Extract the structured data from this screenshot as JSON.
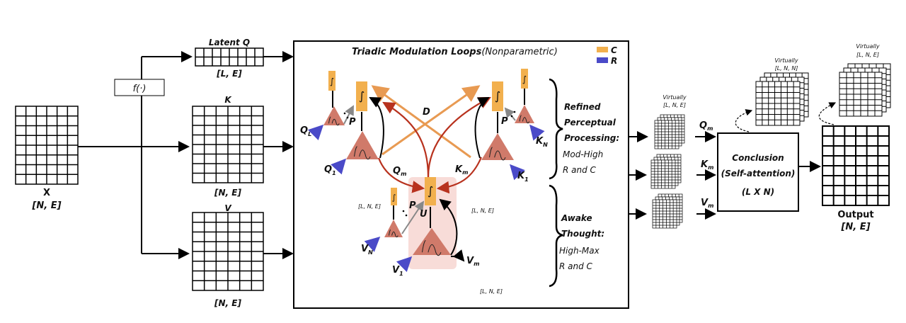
{
  "colors": {
    "C": "#f2b04e",
    "R": "#4a4ac8",
    "neuron": "#d07a6a",
    "modulation": "#b8321e",
    "dendrite": "#e89a52",
    "highlight": "#f8dcd8"
  },
  "input": {
    "label": "X",
    "shape": "[N, E]"
  },
  "func": {
    "label": "f(·)"
  },
  "latent_q": {
    "label": "Latent Q",
    "shape": "[L, E]"
  },
  "k": {
    "label": "K",
    "shape": "[N, E]"
  },
  "v": {
    "label": "V",
    "shape": "[N, E]"
  },
  "tml": {
    "title": "Triadic Modulation Loops",
    "subtitle": "(Nonparametric)",
    "legend": [
      {
        "label": "C",
        "color": "#f2b04e"
      },
      {
        "label": "R",
        "color": "#4a4ac8"
      }
    ],
    "labels": {
      "QL": "Q",
      "QL_sub": "L",
      "Q1": "Q",
      "Q1_sub": "1",
      "KN": "K",
      "KN_sub": "N",
      "K1": "K",
      "K1_sub": "1",
      "VN": "V",
      "VN_sub": "N",
      "V1": "V",
      "V1_sub": "1",
      "Qm": "Q",
      "Qm_sub": "m",
      "Km": "K",
      "Km_sub": "m",
      "Vm": "V",
      "Vm_sub": "m",
      "D": "D",
      "P": "P",
      "U": "U",
      "integral": "∫"
    },
    "stack_shape": "[L, N, E]",
    "refined": {
      "line1": "Refined",
      "line2": "Perceptual",
      "line3": "Processing:",
      "line4": "Mod-High",
      "line5": "R and C"
    },
    "awake": {
      "line1": "Awake",
      "line2": "Thought:",
      "line3": "High-Max",
      "line4": "R and C"
    }
  },
  "right": {
    "virtual_label": "Virtually",
    "virtual_lne": "[L, N, E]",
    "virtual_lnn": "[L, N, N]",
    "qm": "Q",
    "km": "K",
    "vm": "V",
    "m": "m",
    "conclusion": {
      "line1": "Conclusion",
      "line2": "(Self-attention)",
      "line3": "(L X N)"
    },
    "output": {
      "label": "Output",
      "shape": "[N, E]"
    }
  }
}
